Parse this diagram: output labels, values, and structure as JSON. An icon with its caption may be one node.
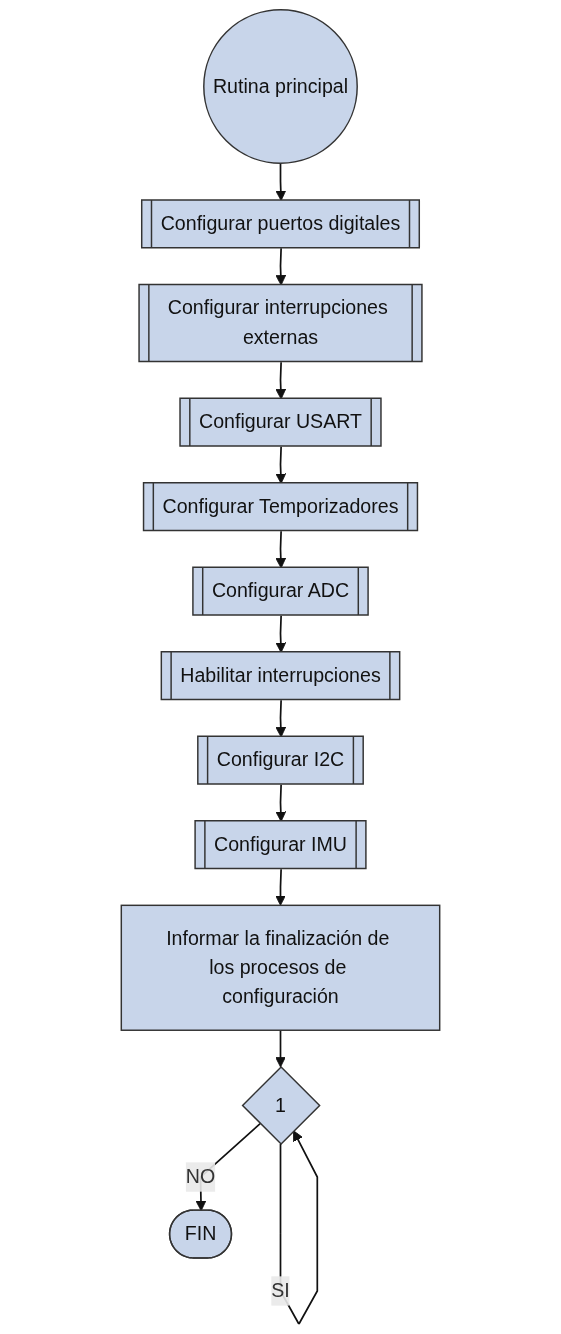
{
  "diagram": {
    "nodes": [
      {
        "text": [
          "Rutina principal"
        ]
      },
      {
        "text": [
          "Configurar puertos digitales"
        ]
      },
      {
        "text": [
          "Configurar interrupciones externas"
        ]
      },
      {
        "text": [
          "Configurar USART"
        ]
      },
      {
        "text": [
          "Configurar Temporizadores"
        ]
      },
      {
        "text": [
          "Configurar ADC"
        ]
      },
      {
        "text": [
          "Habilitar interrupciones"
        ]
      },
      {
        "text": [
          "Configurar I2C"
        ]
      },
      {
        "text": [
          "Configurar IMU"
        ]
      },
      {
        "text": [
          "Informar la finalización de los procesos de configuración"
        ]
      },
      {
        "text": [
          "1"
        ]
      },
      {
        "text": [
          "FIN"
        ]
      }
    ],
    "edges": [
      {
        "from": 0,
        "to": 1,
        "arrow": "to"
      },
      {
        "from": 1,
        "to": 2,
        "arrow": "to"
      },
      {
        "from": 2,
        "to": 3,
        "arrow": "to"
      },
      {
        "from": 3,
        "to": 4,
        "arrow": "to"
      },
      {
        "from": 4,
        "to": 5,
        "arrow": "to"
      },
      {
        "from": 5,
        "to": 6,
        "arrow": "to"
      },
      {
        "from": 6,
        "to": 7,
        "arrow": "to"
      },
      {
        "from": 7,
        "to": 8,
        "arrow": "to"
      },
      {
        "from": 8,
        "to": 9,
        "arrow": "to"
      },
      {
        "from": 9,
        "to": 10,
        "arrow": "to"
      },
      {
        "from": 10,
        "to": 11,
        "label": "NO",
        "arrow": "to"
      },
      {
        "from": 10,
        "to": 10,
        "label": "SI",
        "arrow": "to"
      }
    ]
  }
}
